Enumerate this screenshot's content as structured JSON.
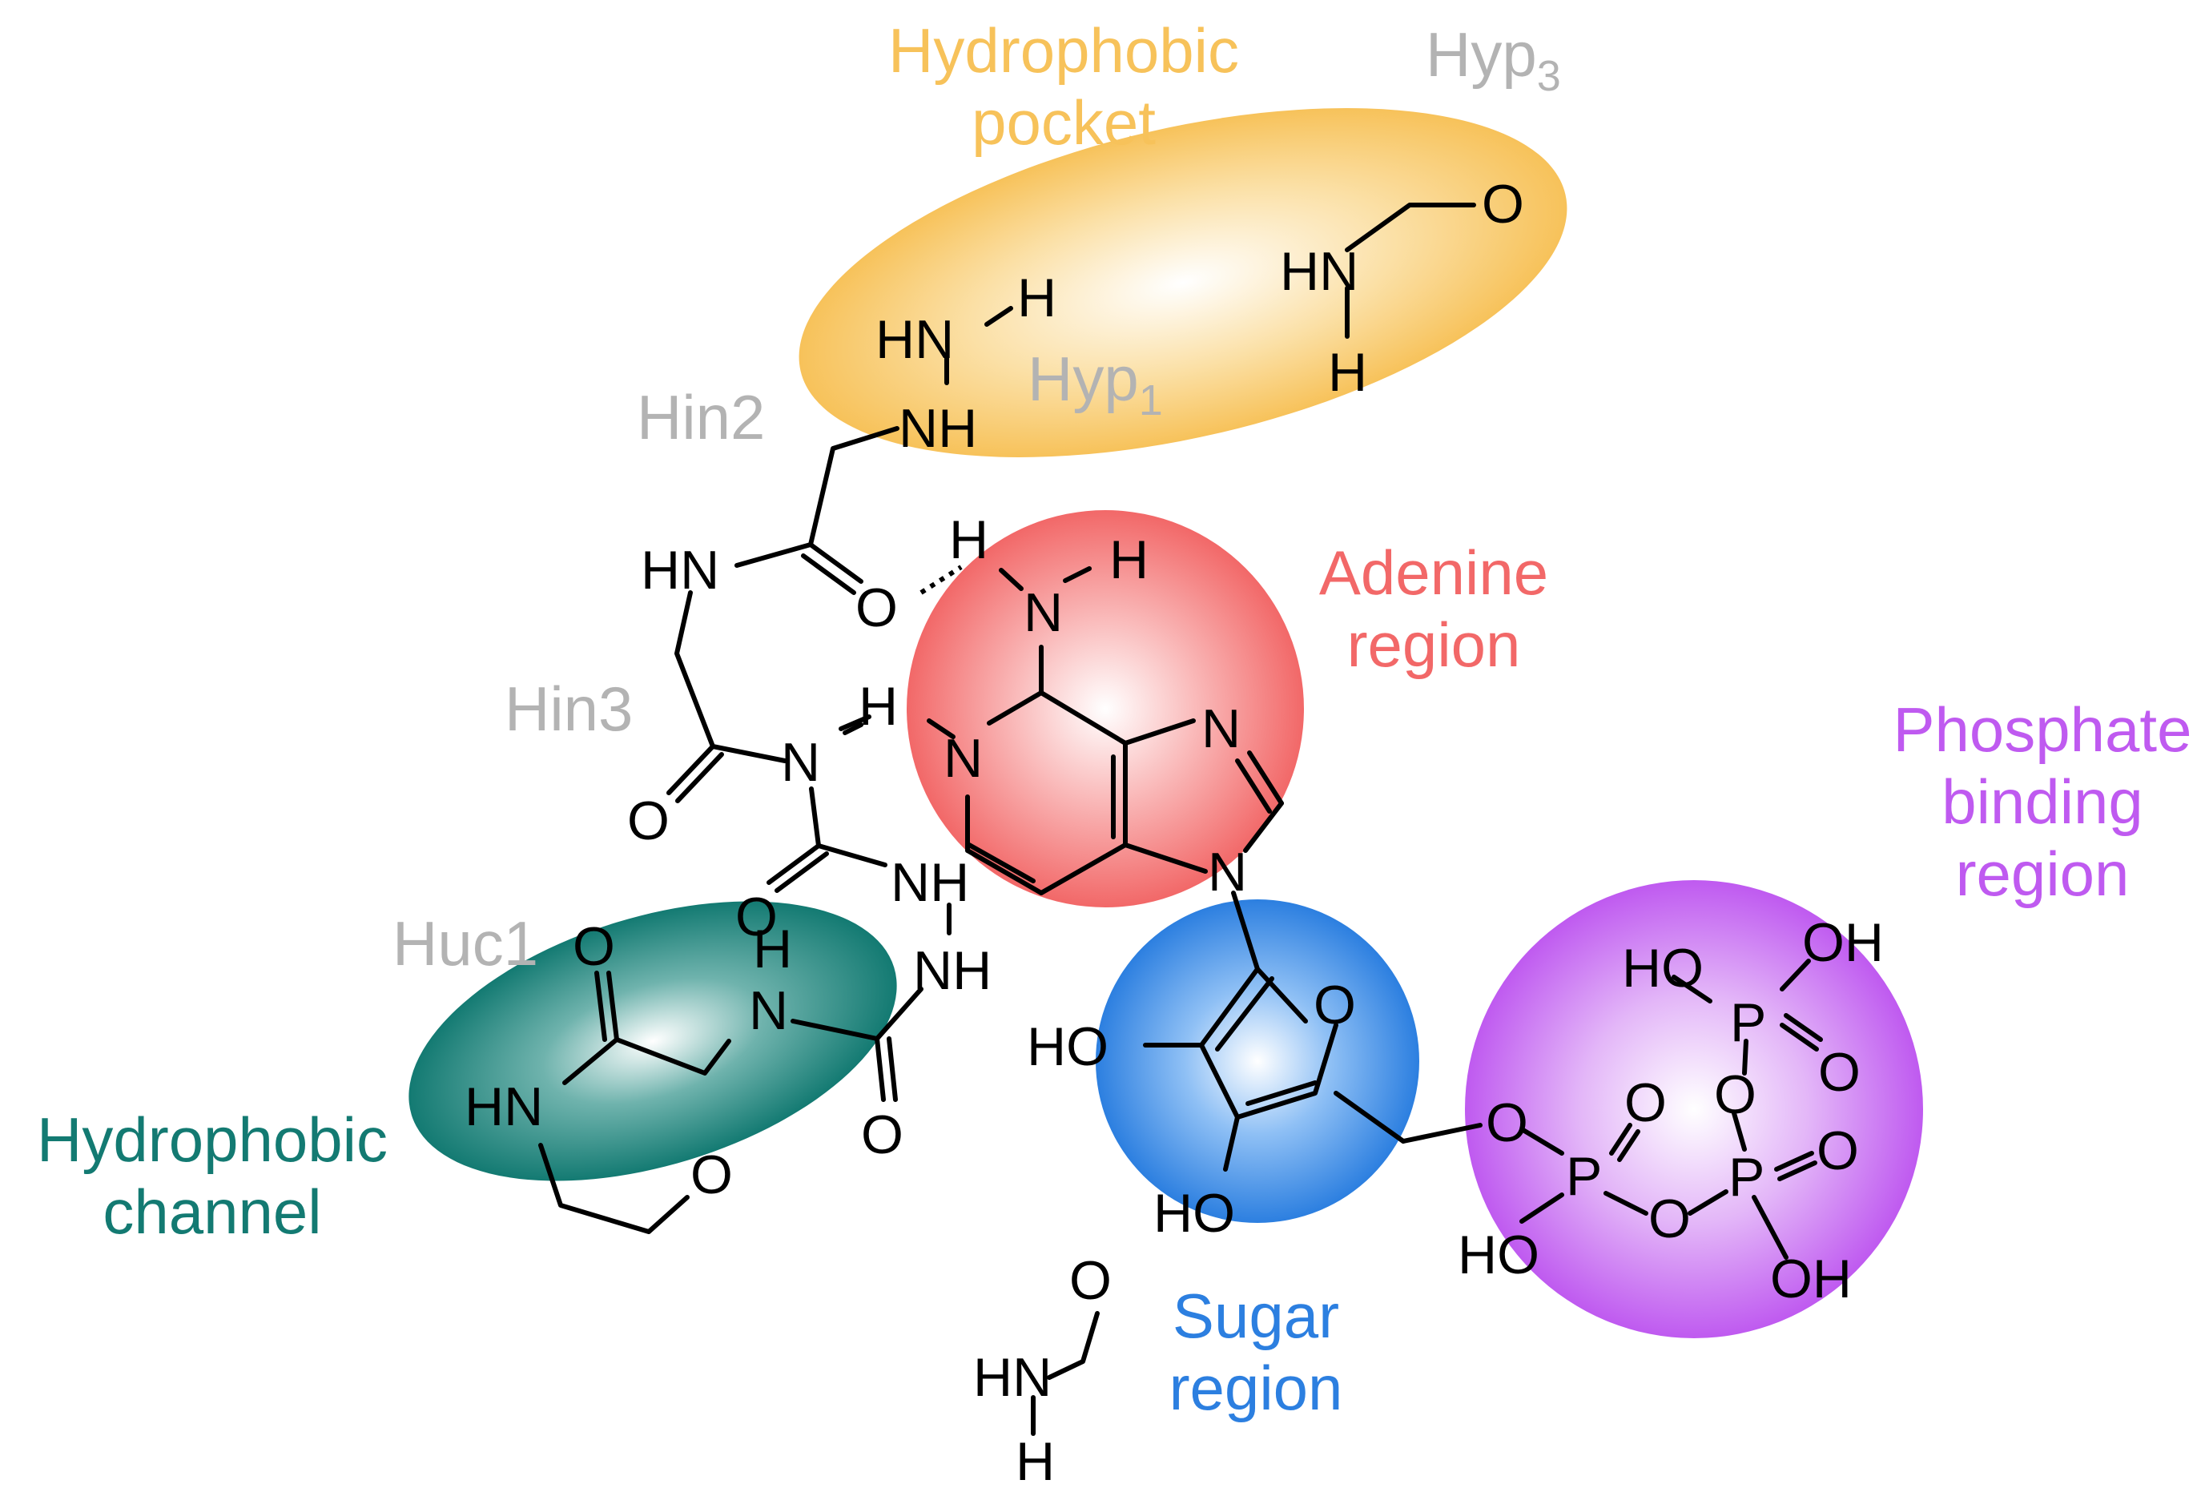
{
  "colors": {
    "hydrophobic_pocket": "#f7c25a",
    "adenine": "#f26868",
    "sugar": "#2c7fe0",
    "phosphate": "#bf5af0",
    "hydrophobic_channel": "#137a72",
    "residue_label": "#b3b3b3"
  },
  "regions": {
    "hydrophobic_pocket": [
      "Hydrophobic",
      "pocket"
    ],
    "adenine": [
      "Adenine",
      "region"
    ],
    "phosphate": [
      "Phosphate",
      "binding",
      "region"
    ],
    "sugar": [
      "Sugar",
      "region"
    ],
    "hydrophobic_channel": [
      "Hydrophobic",
      "channel"
    ]
  },
  "residues": {
    "hyp3": {
      "base": "Hyp",
      "sub": "3"
    },
    "hyp1": {
      "base": "Hyp",
      "sub": "1"
    },
    "hin2": "Hin2",
    "hin3": "Hin3",
    "huc1": "Huc1"
  },
  "atoms": {
    "O": "O",
    "N": "N",
    "H": "H",
    "HN": "HN",
    "NH": "NH",
    "P": "P",
    "HO": "HO",
    "OH": "OH",
    "hn_upper": "HN"
  }
}
